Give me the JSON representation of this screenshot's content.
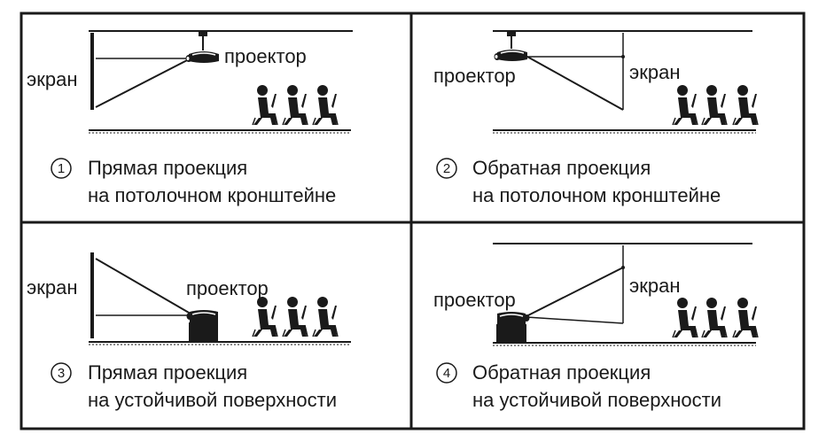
{
  "labels": {
    "screen": "экран",
    "projector": "проектор"
  },
  "panels": [
    {
      "number": "1",
      "caption_line1": "Прямая проекция",
      "caption_line2": "на потолочном кронштейне"
    },
    {
      "number": "2",
      "caption_line1": "Обратная проекция",
      "caption_line2": "на потолочном кронштейне"
    },
    {
      "number": "3",
      "caption_line1": "Прямая проекция",
      "caption_line2": "на устойчивой поверхности"
    },
    {
      "number": "4",
      "caption_line1": "Обратная проекция",
      "caption_line2": "на устойчивой поверхности"
    }
  ],
  "colors": {
    "ink": "#1a1a1a",
    "background": "#ffffff"
  }
}
